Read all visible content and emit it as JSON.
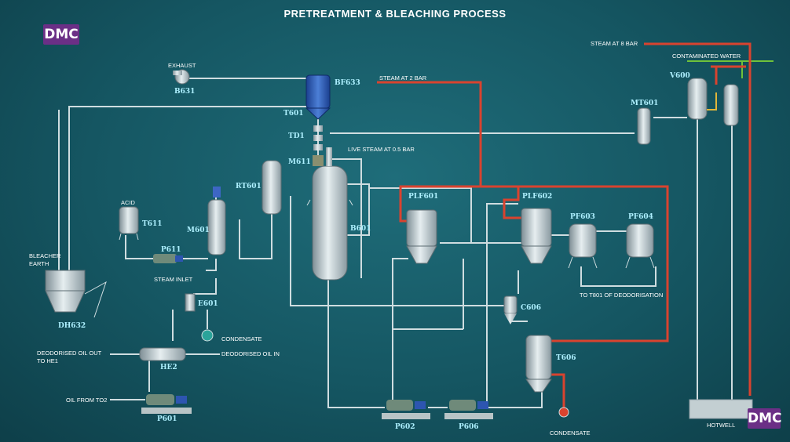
{
  "title": "PRETREATMENT & BLEACHING PROCESS",
  "brand": {
    "logo_text": "DMC",
    "colors": {
      "logo_bg": "#6b2f86",
      "pipe": "#d0dde0",
      "steam_pipe": "#d9432f",
      "label": "#aef0ff"
    }
  },
  "equipment_tags": {
    "b631": "B631",
    "bf633": "BF633",
    "t601": "T601",
    "td1": "TD1",
    "m611": "M611",
    "rt601": "RT601",
    "acid_tank": "T611",
    "m601": "M601",
    "p611": "P611",
    "b601": "B601",
    "e601": "E601",
    "dh632": "DH632",
    "he2": "HE2",
    "p601": "P601",
    "plf601": "PLF601",
    "plf602": "PLF602",
    "pf603": "PF603",
    "pf604": "PF604",
    "c606": "C606",
    "t606": "T606",
    "p602": "P602",
    "p606": "P606",
    "mt601": "MT601",
    "v600": "V600"
  },
  "stream_notes": {
    "exhaust": "EXHAUST",
    "acid": "ACID",
    "bleacher_earth_1": "BLEACHER",
    "bleacher_earth_2": "EARTH",
    "steam_inlet": "STEAM INLET",
    "condensate_e601": "CONDENSATE",
    "deodorised_out_1": "DEODORISED OIL OUT",
    "deodorised_out_2": "TO HE1",
    "deodorised_in": "DEODORISED OIL IN",
    "oil_from_to2": "OIL FROM TO2",
    "steam_2_bar": "STEAM AT 2 BAR",
    "live_steam": "LIVE STEAM AT 0.5 BAR",
    "steam_8_bar": "STEAM AT 8 BAR",
    "contaminated_water": "CONTAMINATED WATER",
    "to_t801": "TO T801 OF DEODORISATION",
    "condensate_t606": "CONDENSATE",
    "hotwell": "HOTWELL"
  }
}
